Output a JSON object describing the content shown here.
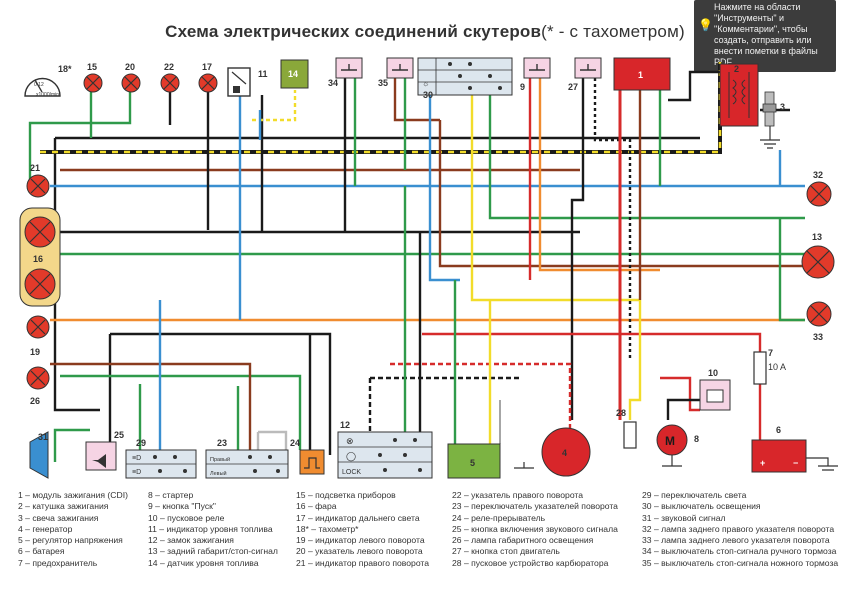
{
  "title": "Схема электрических соединений скутеров",
  "subtitle": "(* - с тахометром)",
  "tooltip": "Нажмите на области \"Инструменты\" и \"Комментарии\", чтобы создать, отправить или внести пометки в файлы PDF.",
  "labels": {
    "c18": "18*",
    "c15": "15",
    "c20": "20",
    "c22": "22",
    "c17": "17",
    "c11": "11",
    "c14": "14",
    "c34": "34",
    "c35": "35",
    "c30": "30",
    "c9": "9",
    "c27": "27",
    "c1": "1",
    "c2": "2",
    "c3": "3",
    "c21": "21",
    "c16": "16",
    "c19": "19",
    "c26": "26",
    "c32": "32",
    "c13": "13",
    "c33": "33",
    "c7": "7",
    "c7val": "10 A",
    "c10": "10",
    "c28": "28",
    "c8": "8",
    "c6": "6",
    "c5": "5",
    "c4": "4",
    "c31": "31",
    "c25": "25",
    "c29": "29",
    "c23": "23",
    "c24": "24",
    "c12": "12",
    "tacho_unit": "x1000/min",
    "tacho_scale": "0  12",
    "motor": "M",
    "lock": "LOCK",
    "right": "Правый",
    "left": "Левый",
    "plus": "+",
    "minus": "−"
  },
  "legend": {
    "col1": [
      "1 – модуль зажигания (CDI)",
      "2 – катушка зажигания",
      "3 – свеча зажигания",
      "4 – генератор",
      "5 – регулятор напряжения",
      "6 – батарея",
      "7 – предохранитель"
    ],
    "col2": [
      "8 – стартер",
      "9 – кнопка \"Пуск\"",
      "10 – пусковое реле",
      "11 – индикатор уровня топлива",
      "12 – замок зажигания",
      "13 – задний габарит/стоп-сигнал",
      "14 – датчик уровня топлива"
    ],
    "col3": [
      "15 – подсветка приборов",
      "16 – фара",
      "17 – индикатор дальнего света",
      "18* – тахометр*",
      "19 – индикатор левого поворота",
      "20 – указатель левого поворота",
      "21 – индикатор правого поворота"
    ],
    "col4": [
      "22 – указатель правого поворота",
      "23 – переключатель указателей поворота",
      "24 – реле-прерыватель",
      "25 – кнопка включения звукового сигнала",
      "26 – лампа габаритного освещения",
      "27 – кнопка стоп двигатель",
      "28 – пусковое устройство карбюратора"
    ],
    "col5": [
      "29 – переключатель света",
      "30 – выключатель освещения",
      "31 – звуковой сигнал",
      "32 – лампа заднего правого указателя поворота",
      "33 – лампа заднего левого указателя поворота",
      "34 – выключатель стоп-сигнала ручного тормоза",
      "35 – выключатель стоп-сигнала ножного тормоза"
    ]
  },
  "colors": {
    "red": "#d62b2b",
    "blue": "#3a8fd0",
    "green": "#2f9a4a",
    "yellow": "#f2dc2a",
    "black": "#1a1a1a",
    "brown": "#8a3b1e",
    "orange": "#f08c30",
    "lamp": "#e23a2a",
    "cdi": "#d8262a",
    "regulator": "#7cb342"
  }
}
